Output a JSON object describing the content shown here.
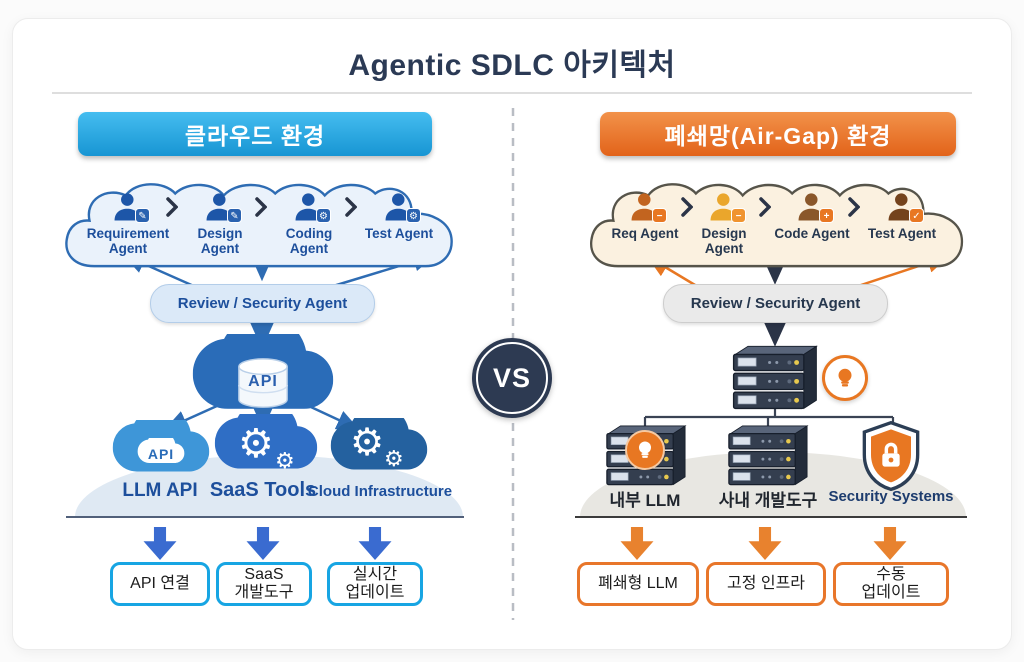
{
  "title": "Agentic SDLC 아키텍처",
  "vs_label": "VS",
  "accents": {
    "cloud_blue": "#1795d3",
    "airgap_orange": "#e8701f",
    "navy_ink": "#2b3a55",
    "agent_blue": "#1d4f9c",
    "outcome_blue_border": "#17a5e3",
    "outcome_orange_border": "#e8762a",
    "arrow_blue": "#2e6cb3",
    "arrow_orange": "#e87722"
  },
  "left": {
    "banner": "클라우드 환경",
    "agents": [
      "Requirement\nAgent",
      "Design\nAgent",
      "Coding\nAgent",
      "Test Agent"
    ],
    "review": "Review / Security Agent",
    "api_label": "API",
    "llm_api_label": "API",
    "resources": [
      "LLM API",
      "SaaS Tools",
      "Cloud Infrastructure"
    ],
    "outcomes": [
      "API 연결",
      "SaaS\n개발도구",
      "실시간\n업데이트"
    ]
  },
  "right": {
    "banner": "폐쇄망(Air-Gap) 환경",
    "agents": [
      "Req Agent",
      "Design\nAgent",
      "Code Agent",
      "Test Agent"
    ],
    "review": "Review / Security Agent",
    "resources": [
      "내부 LLM",
      "사내 개발도구",
      "Security Systems"
    ],
    "outcomes": [
      "폐쇄형 LLM",
      "고정 인프라",
      "수동\n업데이트"
    ]
  },
  "icons": {
    "left_agent_badges": [
      "pencil",
      "pencil",
      "gear",
      "gear"
    ],
    "right_agent_badges": [
      "minus",
      "minus",
      "plus",
      "check"
    ],
    "middle": [
      "database-api",
      "vs-circle",
      "server-stack",
      "lightbulb"
    ],
    "bottom_right": [
      "server-lightbulb",
      "server-stack",
      "shield-lock"
    ]
  }
}
